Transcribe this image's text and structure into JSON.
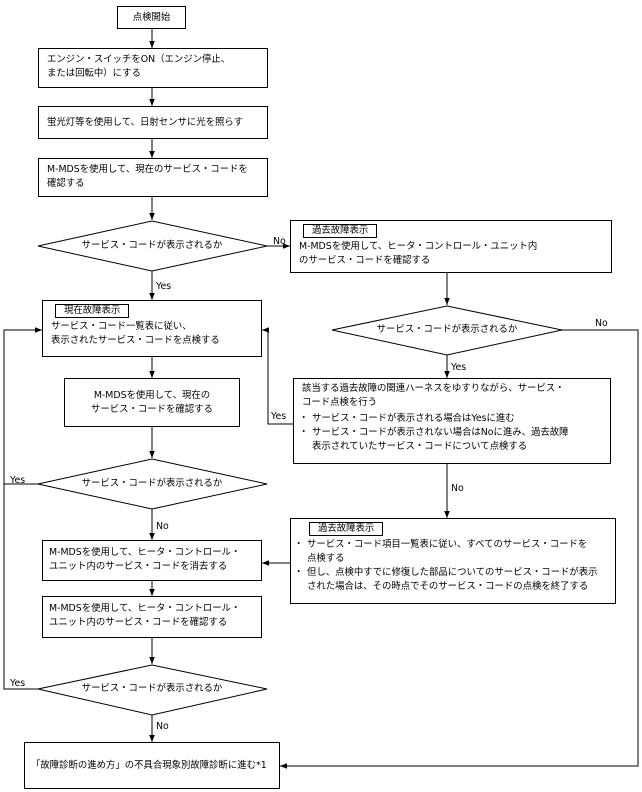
{
  "start": "点検開始",
  "step1": [
    "エンジン・スイッチをON（エンジン停止、",
    "または回転中）にする"
  ],
  "step2": "蛍光灯等を使用して、日射センサに光を照らす",
  "step3": [
    "M-MDSを使用して、現在のサービス・コードを",
    "確認する"
  ],
  "decision": "サービス・コードが表示されるか",
  "labels": {
    "yes": "Yes",
    "no": "No"
  },
  "past_box": {
    "tag": "過去故障表示",
    "lines": [
      "M-MDSを使用して、ヒータ・コントロール・ユニット内",
      "のサービス・コードを確認する"
    ]
  },
  "current_box": {
    "tag": "現在故障表示",
    "lines": [
      "サービス・コード一覧表に従い、",
      "表示されたサービス・コードを点検する"
    ]
  },
  "confirm_current": [
    "M-MDSを使用して、現在の",
    "サービス・コードを確認する"
  ],
  "harness_box": {
    "lines": [
      "該当する過去故障の関連ハーネスをゆすりながら、サービス・",
      "コード点検を行う"
    ],
    "bullets": [
      [
        "サービス・コードが表示される場合はYesに進む"
      ],
      [
        "サービス・コードが表示されない場合はNoに進み、過去故障",
        "表示されていたサービス・コードについて点検する"
      ]
    ]
  },
  "past_box2": {
    "tag": "過去故障表示",
    "bullets": [
      [
        "サービス・コード項目一覧表に従い、すべてのサービス・コードを",
        "点検する"
      ],
      [
        "但し、点検中すでに修復した部品についてのサービス・コードが表示",
        "された場合は、その時点でそのサービス・コードの点検を終了する"
      ]
    ]
  },
  "erase": [
    "M-MDSを使用して、ヒータ・コントロール・",
    "ユニット内のサービス・コードを消去する"
  ],
  "confirm_unit": [
    "M-MDSを使用して、ヒータ・コントロール・",
    "ユニット内のサービス・コードを確認する"
  ],
  "final": "「故障診断の進め方」の不具合現象別故障診断に進む*1"
}
